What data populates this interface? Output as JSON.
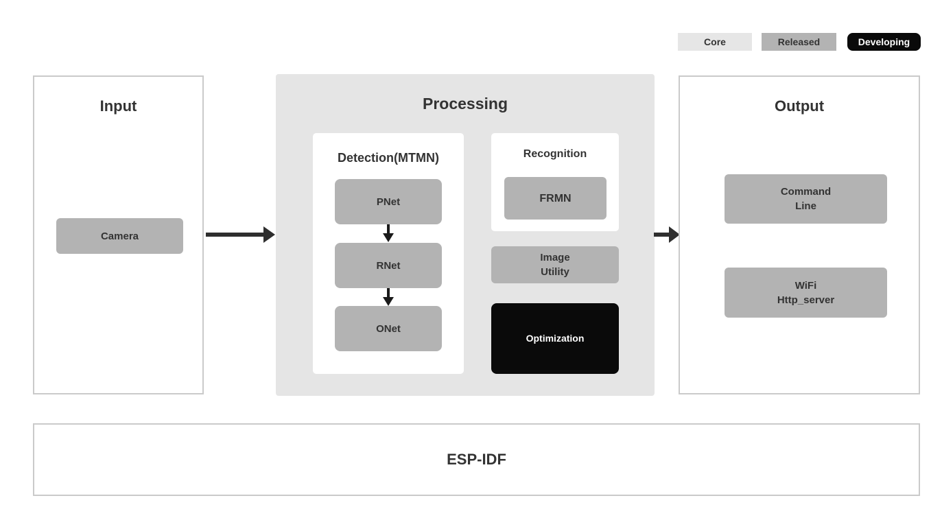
{
  "legend": {
    "items": [
      {
        "label": "Core",
        "color": "#e6e6e6",
        "text_color": "#333333"
      },
      {
        "label": "Released",
        "color": "#b3b3b3",
        "text_color": "#333333"
      },
      {
        "label": "Developing",
        "color": "#0a0a0a",
        "text_color": "#ffffff"
      }
    ]
  },
  "sections": {
    "input": {
      "title": "Input",
      "camera_label": "Camera",
      "camera_status": "Released"
    },
    "processing": {
      "title": "Processing",
      "detection": {
        "title": "Detection(MTMN)",
        "pnet": "PNet",
        "rnet": "RNet",
        "onet": "ONet",
        "nodes_status": "Released"
      },
      "recognition": {
        "title": "Recognition",
        "frmn": "FRMN",
        "frmn_status": "Released"
      },
      "image_utility_label": "Image\nUtility",
      "image_utility_status": "Released",
      "optimization_label": "Optimization",
      "optimization_status": "Developing"
    },
    "output": {
      "title": "Output",
      "command_line_label": "Command\nLine",
      "command_line_status": "Released",
      "wifi_label": "WiFi\nHttp_server",
      "wifi_status": "Released"
    },
    "foundation": {
      "title": "ESP-IDF"
    }
  },
  "colors": {
    "core_bg": "#e6e6e6",
    "released_bg": "#b3b3b3",
    "developing_bg": "#0a0a0a",
    "processing_panel_bg": "#e5e5e5",
    "section_border": "#cacaca",
    "text": "#333333",
    "arrow": "#2e2e2e",
    "background": "#ffffff"
  }
}
